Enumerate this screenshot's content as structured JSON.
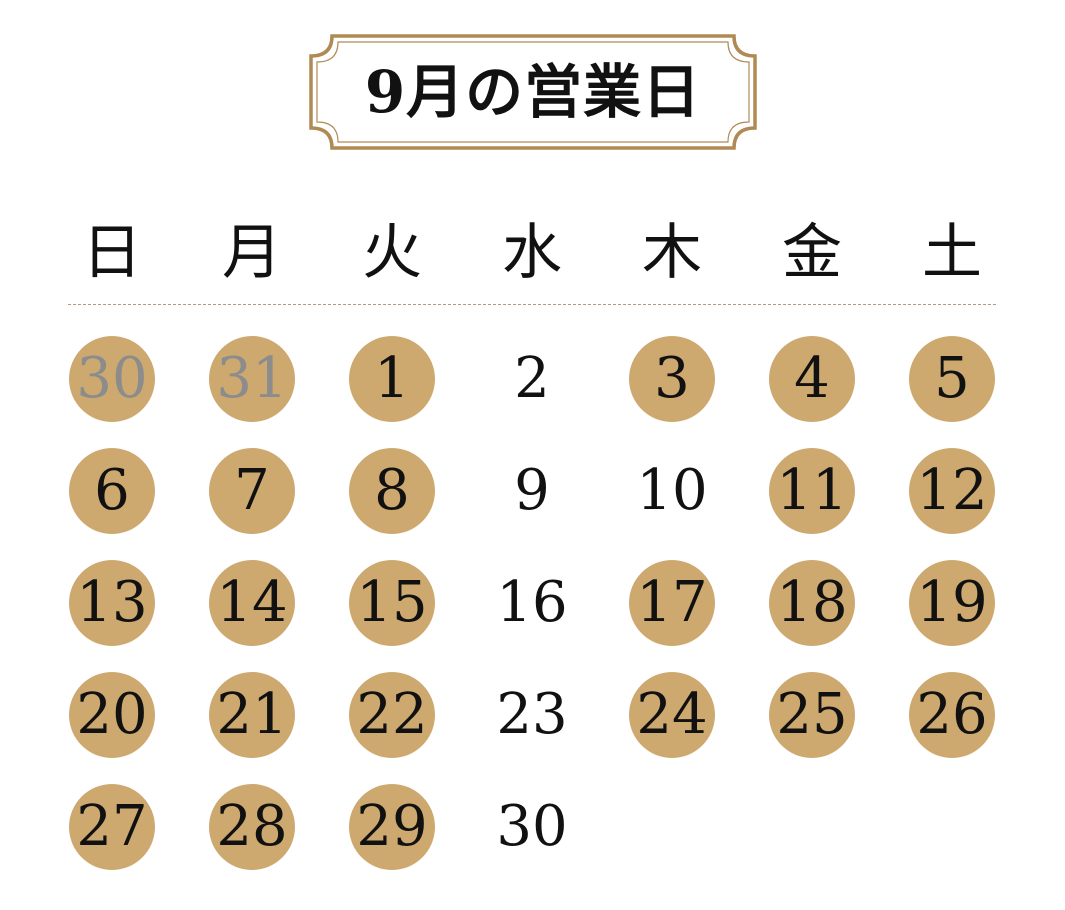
{
  "title": "9月の営業日",
  "colors": {
    "accent": "#cda970",
    "frame": "#b08a55",
    "text": "#111111",
    "muted_text": "#8c8c8c",
    "divider": "#b59a73"
  },
  "weekdays": [
    "日",
    "月",
    "火",
    "水",
    "木",
    "金",
    "土"
  ],
  "weeks": [
    [
      {
        "label": "30",
        "open": true,
        "other_month": true
      },
      {
        "label": "31",
        "open": true,
        "other_month": true
      },
      {
        "label": "1",
        "open": true,
        "other_month": false
      },
      {
        "label": "2",
        "open": false,
        "other_month": false
      },
      {
        "label": "3",
        "open": true,
        "other_month": false
      },
      {
        "label": "4",
        "open": true,
        "other_month": false
      },
      {
        "label": "5",
        "open": true,
        "other_month": false
      }
    ],
    [
      {
        "label": "6",
        "open": true,
        "other_month": false
      },
      {
        "label": "7",
        "open": true,
        "other_month": false
      },
      {
        "label": "8",
        "open": true,
        "other_month": false
      },
      {
        "label": "9",
        "open": false,
        "other_month": false
      },
      {
        "label": "10",
        "open": false,
        "other_month": false
      },
      {
        "label": "11",
        "open": true,
        "other_month": false
      },
      {
        "label": "12",
        "open": true,
        "other_month": false
      }
    ],
    [
      {
        "label": "13",
        "open": true,
        "other_month": false
      },
      {
        "label": "14",
        "open": true,
        "other_month": false
      },
      {
        "label": "15",
        "open": true,
        "other_month": false
      },
      {
        "label": "16",
        "open": false,
        "other_month": false
      },
      {
        "label": "17",
        "open": true,
        "other_month": false
      },
      {
        "label": "18",
        "open": true,
        "other_month": false
      },
      {
        "label": "19",
        "open": true,
        "other_month": false
      }
    ],
    [
      {
        "label": "20",
        "open": true,
        "other_month": false
      },
      {
        "label": "21",
        "open": true,
        "other_month": false
      },
      {
        "label": "22",
        "open": true,
        "other_month": false
      },
      {
        "label": "23",
        "open": false,
        "other_month": false
      },
      {
        "label": "24",
        "open": true,
        "other_month": false
      },
      {
        "label": "25",
        "open": true,
        "other_month": false
      },
      {
        "label": "26",
        "open": true,
        "other_month": false
      }
    ],
    [
      {
        "label": "27",
        "open": true,
        "other_month": false
      },
      {
        "label": "28",
        "open": true,
        "other_month": false
      },
      {
        "label": "29",
        "open": true,
        "other_month": false
      },
      {
        "label": "30",
        "open": false,
        "other_month": false
      },
      null,
      null,
      null
    ]
  ]
}
